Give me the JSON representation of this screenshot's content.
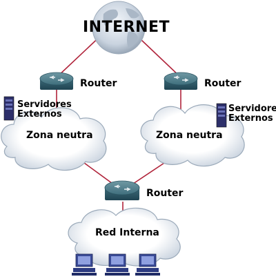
{
  "title": "INTERNET",
  "routers": {
    "left_label": "Router",
    "right_label": "Router",
    "bottom_label": "Router"
  },
  "servers": {
    "left": [
      "Servidores",
      "Externos"
    ],
    "right": [
      "Servidores",
      "Externos"
    ]
  },
  "zones": {
    "left": "Zona neutra",
    "right": "Zona neutra",
    "internal": "Red Interna"
  },
  "colors": {
    "link": "#b0233a",
    "router": "#3f6f7d",
    "cloud_fill": "#ffffff",
    "cloud_stroke": "#9aa9b9",
    "globe": "#bcc8d6",
    "server": "#2d2f6a",
    "workstation": "#3a4b97"
  }
}
